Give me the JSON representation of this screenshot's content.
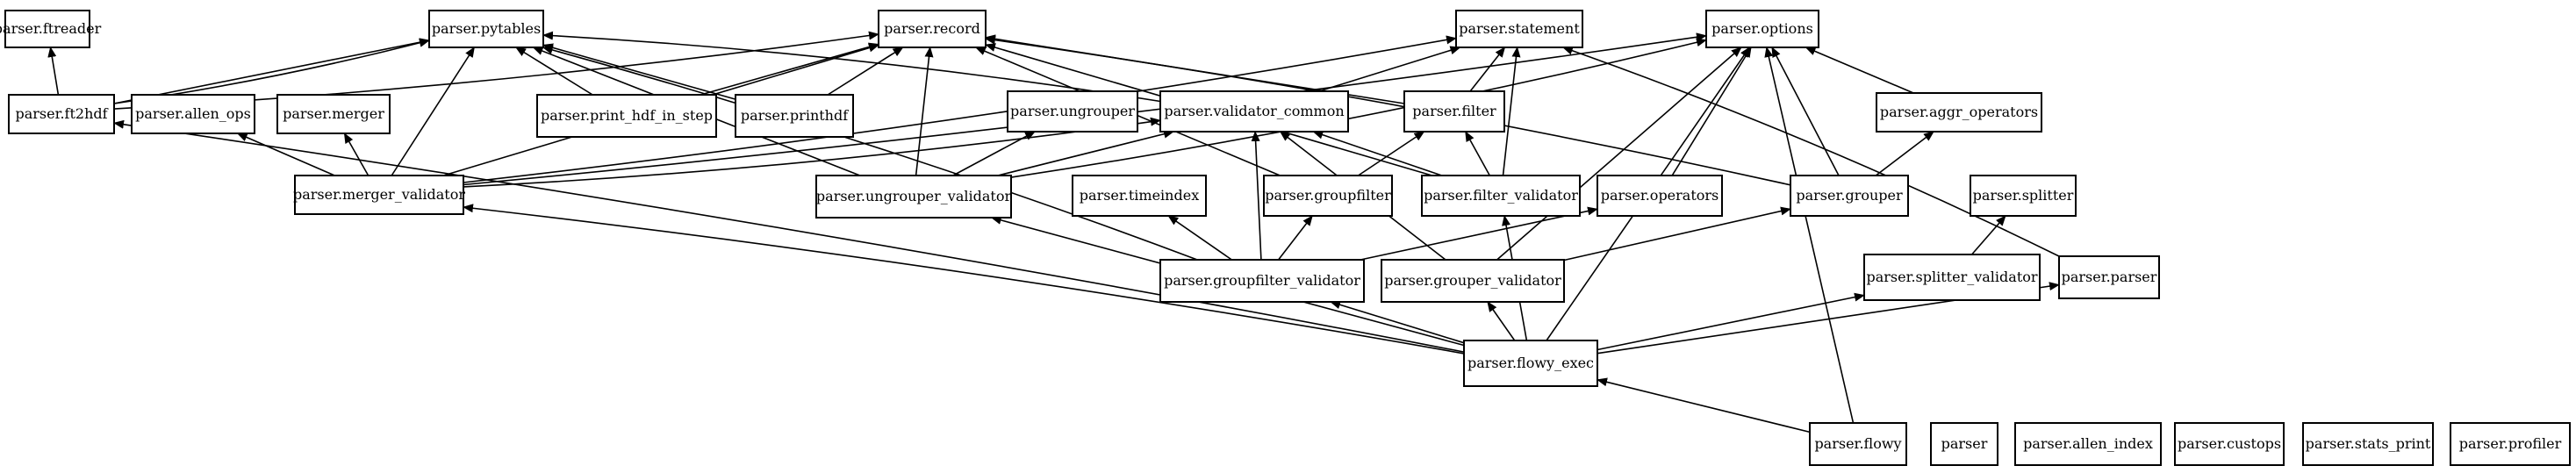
{
  "nodes": {
    "ftreader": "parser.ftreader",
    "pytables": "parser.pytables",
    "record": "parser.record",
    "statement": "parser.statement",
    "options": "parser.options",
    "ft2hdf": "parser.ft2hdf",
    "allen_ops": "parser.allen_ops",
    "merger": "parser.merger",
    "print_hdf_in_step": "parser.print_hdf_in_step",
    "printhdf": "parser.printhdf",
    "ungrouper": "parser.ungrouper",
    "validator_common": "parser.validator_common",
    "filter": "parser.filter",
    "aggr_operators": "parser.aggr_operators",
    "merger_validator": "parser.merger_validator",
    "ungrouper_validator": "parser.ungrouper_validator",
    "timeindex": "parser.timeindex",
    "groupfilter": "parser.groupfilter",
    "filter_validator": "parser.filter_validator",
    "operators": "parser.operators",
    "grouper": "parser.grouper",
    "splitter": "parser.splitter",
    "groupfilter_validator": "parser.groupfilter_validator",
    "grouper_validator": "parser.grouper_validator",
    "splitter_validator": "parser.splitter_validator",
    "parser_parser": "parser.parser",
    "flowy_exec": "parser.flowy_exec",
    "flowy": "parser.flowy",
    "parser": "parser",
    "allen_index": "parser.allen_index",
    "custops": "parser.custops",
    "stats_print": "parser.stats_print",
    "profiler": "parser.profiler"
  },
  "edges": [
    {
      "from": "ft2hdf",
      "to": "ftreader"
    },
    {
      "from": "ft2hdf",
      "to": "pytables"
    },
    {
      "from": "ft2hdf",
      "to": "pytables"
    },
    {
      "from": "ft2hdf",
      "to": "record"
    },
    {
      "from": "merger_validator",
      "to": "allen_ops"
    },
    {
      "from": "merger_validator",
      "to": "merger"
    },
    {
      "from": "merger_validator",
      "to": "pytables"
    },
    {
      "from": "merger_validator",
      "to": "record"
    },
    {
      "from": "merger_validator",
      "to": "validator_common"
    },
    {
      "from": "merger_validator",
      "to": "options"
    },
    {
      "from": "merger_validator",
      "to": "statement"
    },
    {
      "from": "print_hdf_in_step",
      "to": "pytables"
    },
    {
      "from": "print_hdf_in_step",
      "to": "record"
    },
    {
      "from": "printhdf",
      "to": "pytables"
    },
    {
      "from": "printhdf",
      "to": "record"
    },
    {
      "from": "validator_common",
      "to": "pytables"
    },
    {
      "from": "validator_common",
      "to": "statement"
    },
    {
      "from": "ungrouper_validator",
      "to": "pytables"
    },
    {
      "from": "ungrouper_validator",
      "to": "record"
    },
    {
      "from": "ungrouper_validator",
      "to": "ungrouper"
    },
    {
      "from": "ungrouper_validator",
      "to": "validator_common"
    },
    {
      "from": "ungrouper_validator",
      "to": "options"
    },
    {
      "from": "filter",
      "to": "record"
    },
    {
      "from": "filter",
      "to": "statement"
    },
    {
      "from": "groupfilter",
      "to": "record"
    },
    {
      "from": "groupfilter",
      "to": "filter"
    },
    {
      "from": "filter_validator",
      "to": "validator_common"
    },
    {
      "from": "filter_validator",
      "to": "filter"
    },
    {
      "from": "filter_validator",
      "to": "record"
    },
    {
      "from": "filter_validator",
      "to": "statement"
    },
    {
      "from": "operators",
      "to": "options"
    },
    {
      "from": "grouper",
      "to": "options"
    },
    {
      "from": "grouper",
      "to": "aggr_operators"
    },
    {
      "from": "grouper",
      "to": "record"
    },
    {
      "from": "aggr_operators",
      "to": "options"
    },
    {
      "from": "splitter_validator",
      "to": "splitter"
    },
    {
      "from": "parser_parser",
      "to": "statement"
    },
    {
      "from": "groupfilter_validator",
      "to": "pytables"
    },
    {
      "from": "groupfilter_validator",
      "to": "timeindex"
    },
    {
      "from": "groupfilter_validator",
      "to": "groupfilter"
    },
    {
      "from": "groupfilter_validator",
      "to": "validator_common"
    },
    {
      "from": "groupfilter_validator",
      "to": "operators"
    },
    {
      "from": "grouper_validator",
      "to": "validator_common"
    },
    {
      "from": "grouper_validator",
      "to": "grouper"
    },
    {
      "from": "grouper_validator",
      "to": "options"
    },
    {
      "from": "flowy_exec",
      "to": "ft2hdf"
    },
    {
      "from": "flowy_exec",
      "to": "merger_validator"
    },
    {
      "from": "flowy_exec",
      "to": "ungrouper_validator"
    },
    {
      "from": "flowy_exec",
      "to": "groupfilter_validator"
    },
    {
      "from": "flowy_exec",
      "to": "grouper_validator"
    },
    {
      "from": "flowy_exec",
      "to": "filter_validator"
    },
    {
      "from": "flowy_exec",
      "to": "splitter_validator"
    },
    {
      "from": "flowy_exec",
      "to": "parser_parser"
    },
    {
      "from": "flowy_exec",
      "to": "options"
    },
    {
      "from": "flowy",
      "to": "flowy_exec"
    },
    {
      "from": "flowy",
      "to": "options"
    }
  ]
}
